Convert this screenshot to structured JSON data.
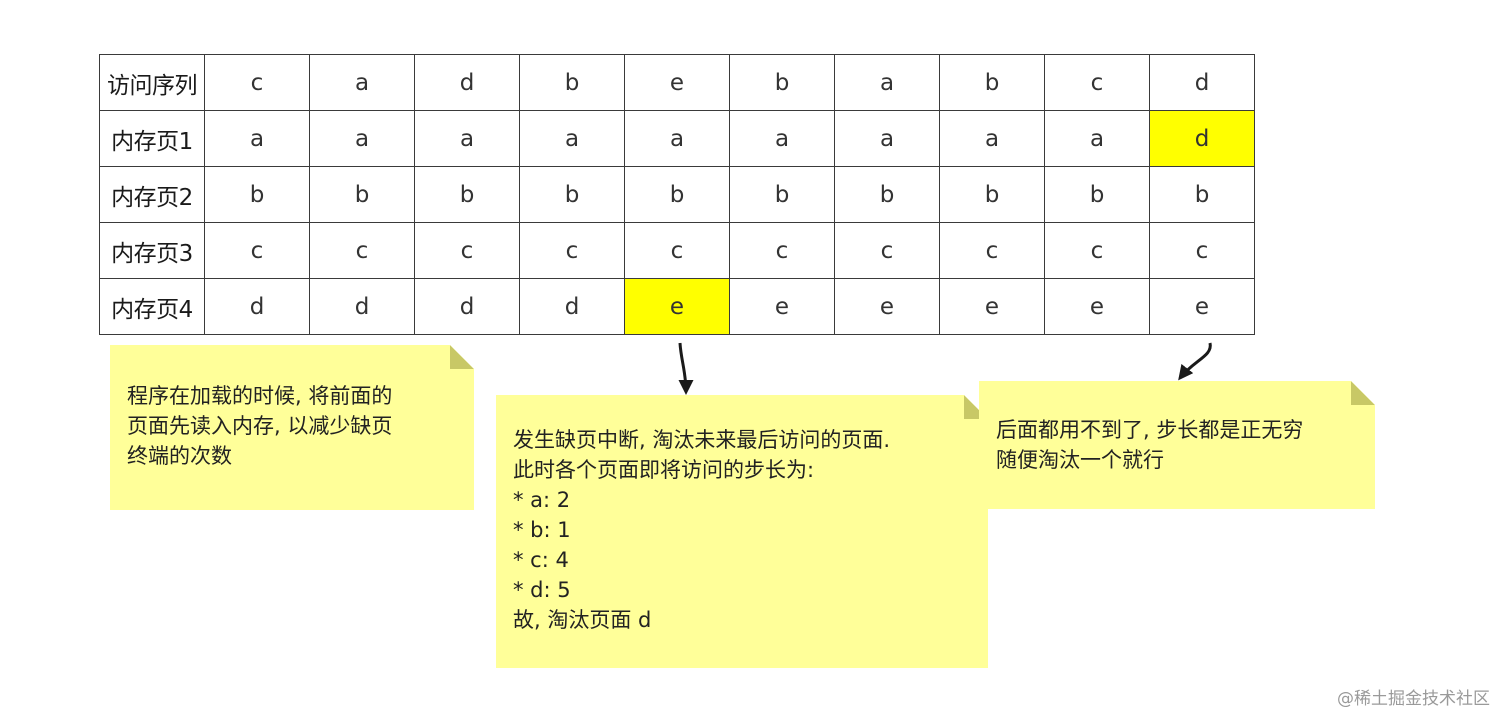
{
  "table": {
    "rows": [
      {
        "label": "访问序列",
        "cells": [
          "c",
          "a",
          "d",
          "b",
          "e",
          "b",
          "a",
          "b",
          "c",
          "d"
        ],
        "highlight": [
          -1
        ]
      },
      {
        "label": "内存页1",
        "cells": [
          "a",
          "a",
          "a",
          "a",
          "a",
          "a",
          "a",
          "a",
          "a",
          "d"
        ],
        "highlight": [
          9
        ]
      },
      {
        "label": "内存页2",
        "cells": [
          "b",
          "b",
          "b",
          "b",
          "b",
          "b",
          "b",
          "b",
          "b",
          "b"
        ],
        "highlight": [
          -1
        ]
      },
      {
        "label": "内存页3",
        "cells": [
          "c",
          "c",
          "c",
          "c",
          "c",
          "c",
          "c",
          "c",
          "c",
          "c"
        ],
        "highlight": [
          -1
        ]
      },
      {
        "label": "内存页4",
        "cells": [
          "d",
          "d",
          "d",
          "d",
          "e",
          "e",
          "e",
          "e",
          "e",
          "e"
        ],
        "highlight": [
          4
        ]
      }
    ],
    "highlight_color": "#ffff00"
  },
  "notes": {
    "load": "程序在加载的时候, 将前面的\n页面先读入内存, 以减少缺页\n终端的次数",
    "fault": "发生缺页中断, 淘汰未来最后访问的页面.\n此时各个页面即将访问的步长为:\n* a: 2\n* b: 1\n* c: 4\n* d: 5\n故, 淘汰页面 d",
    "tail": "后面都用不到了, 步长都是正无穷\n随便淘汰一个就行",
    "note_color": "#ffff99"
  },
  "watermark": "@稀土掘金技术社区"
}
